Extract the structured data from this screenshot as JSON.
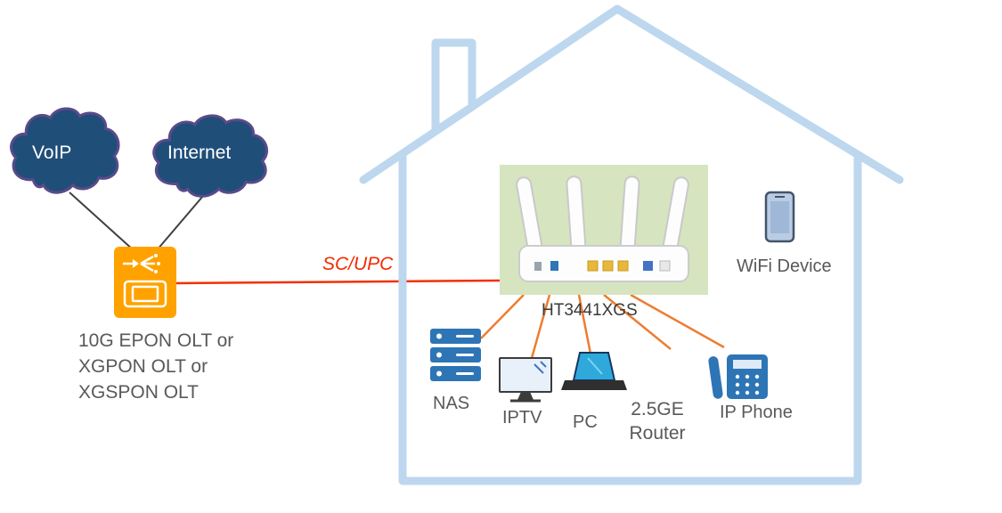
{
  "diagram": {
    "clouds": [
      {
        "label": "VoIP"
      },
      {
        "label": "Internet"
      }
    ],
    "olt": {
      "label": "10G EPON OLT or\nXGPON OLT or\nXGSPON OLT"
    },
    "fiber": {
      "label": "SC/UPC"
    },
    "router": {
      "model": "HT3441XGS"
    },
    "wifi": {
      "label": "WiFi Device"
    },
    "devices": [
      {
        "id": "nas",
        "label": "NAS"
      },
      {
        "id": "iptv",
        "label": "IPTV"
      },
      {
        "id": "pc",
        "label": "PC"
      },
      {
        "id": "router25ge",
        "label": "2.5GE\nRouter"
      },
      {
        "id": "ipphone",
        "label": "IP Phone"
      }
    ],
    "colors": {
      "house_outline": "#BDD7EE",
      "cloud_fill": "#1F4E79",
      "cloud_border": "#5B4A8A",
      "olt_orange": "#FFA200",
      "fiber_line": "#F33000",
      "lan_line": "#ED7D31",
      "device_blue": "#2E75B6",
      "label_text": "#595959",
      "router_panel_bg": "#D6E4C0"
    }
  }
}
